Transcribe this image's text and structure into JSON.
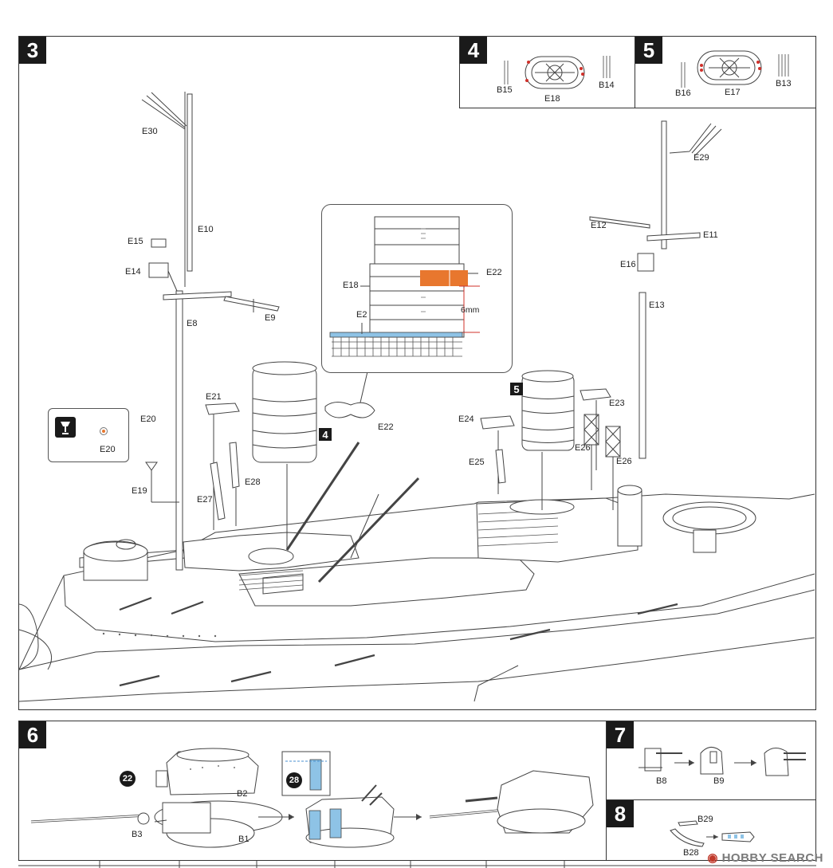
{
  "steps": {
    "s3": {
      "number": "3",
      "labels": {
        "e30": "E30",
        "e10": "E10",
        "e15": "E15",
        "e14": "E14",
        "e8": "E8",
        "e9": "E9",
        "e20": "E20",
        "e19": "E19",
        "e21": "E21",
        "e27": "E27",
        "e28": "E28",
        "e22": "E22",
        "e24": "E24",
        "e25": "E25",
        "e26a": "E26",
        "e26b": "E26",
        "e23": "E23",
        "e13": "E13",
        "e16": "E16",
        "e12": "E12",
        "e11": "E11",
        "e29": "E29"
      },
      "callout": {
        "e18": "E18",
        "e22": "E22",
        "e2": "E2",
        "dim": "6mm"
      },
      "glue_inset_label": "E20",
      "ref_step_a": "4",
      "ref_step_b": "5"
    },
    "s4": {
      "number": "4",
      "labels": {
        "b15": "B15",
        "e18": "E18",
        "b14": "B14"
      }
    },
    "s5": {
      "number": "5",
      "labels": {
        "b16": "B16",
        "e17": "E17",
        "b13": "B13"
      }
    },
    "s6": {
      "number": "6",
      "labels": {
        "b2": "B2",
        "b3": "B3",
        "b1": "B1"
      },
      "decals": {
        "d22": "22",
        "d28": "28"
      }
    },
    "s7": {
      "number": "7",
      "labels": {
        "b8": "B8",
        "b9": "B9"
      }
    },
    "s8": {
      "number": "8",
      "labels": {
        "b29": "B29",
        "b28": "B28"
      }
    }
  },
  "colors": {
    "highlight_orange": "#e8772e",
    "highlight_blue": "#8ec3e6",
    "decal_red": "#d0302a"
  },
  "watermark": {
    "text": "HOBBY SEARCH"
  }
}
